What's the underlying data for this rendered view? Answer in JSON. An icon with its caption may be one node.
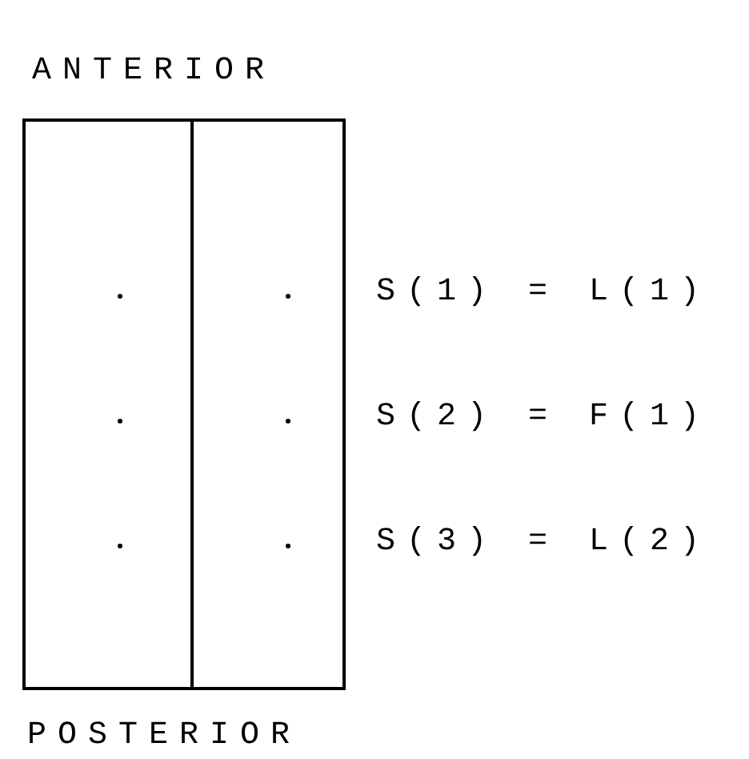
{
  "diagram": {
    "labels": [
      "ANTERIOR",
      "S(1) = L(1)",
      "S(2) = F(1)",
      "S(3) = L(2)",
      "POSTERIOR"
    ]
  }
}
